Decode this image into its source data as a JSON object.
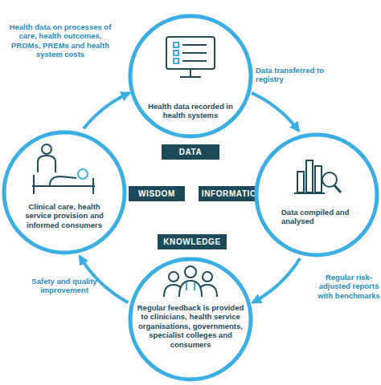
{
  "diagram": {
    "nodes": [
      {
        "text": [
          "Health data recorded in health systems"
        ]
      },
      {
        "text": [
          "DATA"
        ]
      },
      {
        "text": [
          "Clinical care, health service provision and informed consumers"
        ]
      },
      {
        "text": [
          "WISDOM"
        ]
      },
      {
        "text": [
          "INFORMATION"
        ]
      },
      {
        "text": [
          "Data compiled and analysed"
        ]
      },
      {
        "text": [
          "KNOWLEDGE"
        ]
      },
      {
        "text": [
          "Regular feedback is provided to clinicians, health service organisations, governments, specialist colleges and consumers"
        ]
      }
    ],
    "edges": [
      {
        "from": 0,
        "to": 5,
        "label": "Data transferred to registry",
        "arrow": "to"
      },
      {
        "from": 5,
        "to": 7,
        "label": "Regular risk-adjusted reports with benchmarks",
        "arrow": "to"
      },
      {
        "from": 7,
        "to": 2,
        "label": "Safety and quality improvement",
        "arrow": "to"
      },
      {
        "from": 2,
        "to": 0,
        "label": "Health data on processes of care, health outcomes, PROMs, PREMs and health system costs",
        "arrow": "to"
      }
    ]
  }
}
